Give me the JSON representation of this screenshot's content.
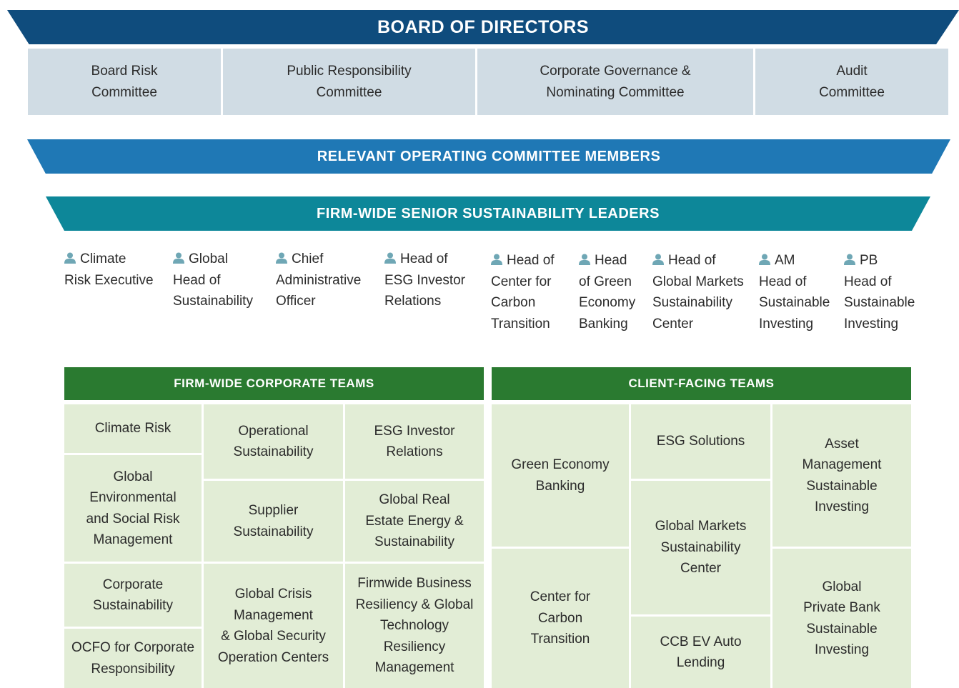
{
  "board": {
    "title": "BOARD OF DIRECTORS",
    "committees": [
      "Board Risk\nCommittee",
      "Public Responsibility\nCommittee",
      "Corporate Governance &\nNominating Committee",
      "Audit\nCommittee"
    ]
  },
  "operating_committee": {
    "title": "RELEVANT OPERATING COMMITTEE MEMBERS"
  },
  "leaders": {
    "title": "FIRM-WIDE SENIOR SUSTAINABILITY LEADERS",
    "people": [
      {
        "first": "Climate",
        "rest": "Risk Executive"
      },
      {
        "first": "Global",
        "rest": "Head of\nSustainability"
      },
      {
        "first": "Chief",
        "rest": "Administrative\nOfficer"
      },
      {
        "first": "Head of",
        "rest": "ESG Investor\nRelations"
      },
      {
        "first": "Head of",
        "rest": "Center for\nCarbon\nTransition"
      },
      {
        "first": "Head",
        "rest": "of Green\nEconomy\nBanking"
      },
      {
        "first": "Head of",
        "rest": "Global Markets\nSustainability\nCenter"
      },
      {
        "first": "AM",
        "rest": "Head of\nSustainable\nInvesting"
      },
      {
        "first": "PB",
        "rest": "Head of\nSustainable\nInvesting"
      }
    ],
    "icon_color": "#6fa7b5"
  },
  "corporate_teams": {
    "title": "FIRM-WIDE CORPORATE TEAMS",
    "cells": [
      "Climate Risk",
      "Global\nEnvironmental\nand Social Risk\nManagement",
      "Corporate\nSustainability",
      "OCFO for Corporate\nResponsibility",
      "Operational\nSustainability",
      "Supplier\nSustainability",
      "Global Crisis\nManagement\n& Global Security\nOperation Centers",
      "ESG Investor\nRelations",
      "Global Real\nEstate Energy &\nSustainability",
      "Firmwide Business\nResiliency & Global\nTechnology Resiliency\nManagement"
    ]
  },
  "client_teams": {
    "title": "CLIENT-FACING TEAMS",
    "cells": [
      "Green Economy\nBanking",
      "Center for\nCarbon\nTransition",
      "ESG Solutions",
      "Global Markets\nSustainability\nCenter",
      "CCB EV Auto\nLending",
      "Asset\nManagement\nSustainable\nInvesting",
      "Global\nPrivate Bank\nSustainable\nInvesting"
    ]
  },
  "colors": {
    "board_banner": "#0f4c7d",
    "operating_banner": "#1f78b5",
    "leaders_banner": "#0d8799",
    "committee_box": "#d0dce4",
    "team_header": "#2a7a30",
    "team_cell": "#e2edd6"
  }
}
